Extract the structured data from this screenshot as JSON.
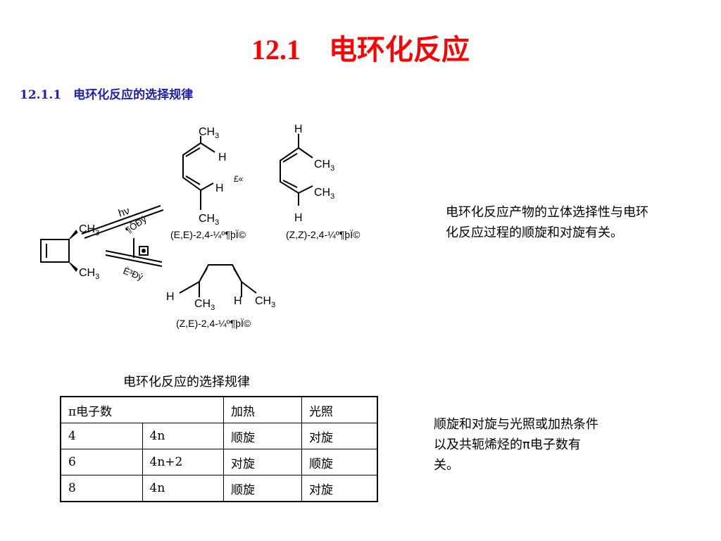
{
  "slide": {
    "title": "12.1　电环化反应",
    "subtitle": "12.1.1　电环化反应的选择规律"
  },
  "scheme": {
    "labels": {
      "ch3": "CH",
      "sub3": "3",
      "h": "H",
      "hv": "hν",
      "top_path_symbol": "£«",
      "left_arrow_text": "¶ÔÐý",
      "heat_arrow_text": "Ë³Ðý",
      "sub_ee": "(E,E)-2,4-¼º¶þÏ©",
      "sub_zz": "(Z,Z)-2,4-¼º¶þÏ©",
      "sub_ze": "(Z,E)-2,4-¼º¶þÏ©"
    }
  },
  "notes": {
    "note1": "电环化反应产物的立体选择性与电环化反应过程的顺旋和对旋有关。",
    "note2": "顺旋和对旋与光照或加热条件以及共轭烯烃的π电子数有关。"
  },
  "table": {
    "caption": "电环化反应的选择规律",
    "header": [
      "π电子数",
      "",
      "加热",
      "光照"
    ],
    "rows": [
      [
        "4",
        "4n",
        "顺旋",
        "对旋"
      ],
      [
        "6",
        "4n+2",
        "对旋",
        "顺旋"
      ],
      [
        "8",
        "4n",
        "顺旋",
        "对旋"
      ]
    ]
  }
}
